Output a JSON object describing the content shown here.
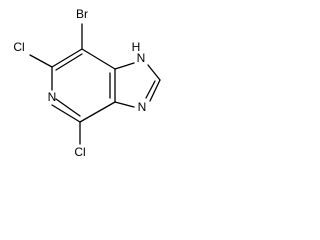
{
  "molecule": {
    "atoms": {
      "br": "Br",
      "cl_left": "Cl",
      "cl_bottom": "Cl",
      "n_pyridine": "N",
      "nh": "H",
      "n_nh": "N",
      "n_imidazole": "N"
    }
  },
  "colors": {
    "bond": "#000000",
    "label": "#000000",
    "background": "#ffffff"
  }
}
